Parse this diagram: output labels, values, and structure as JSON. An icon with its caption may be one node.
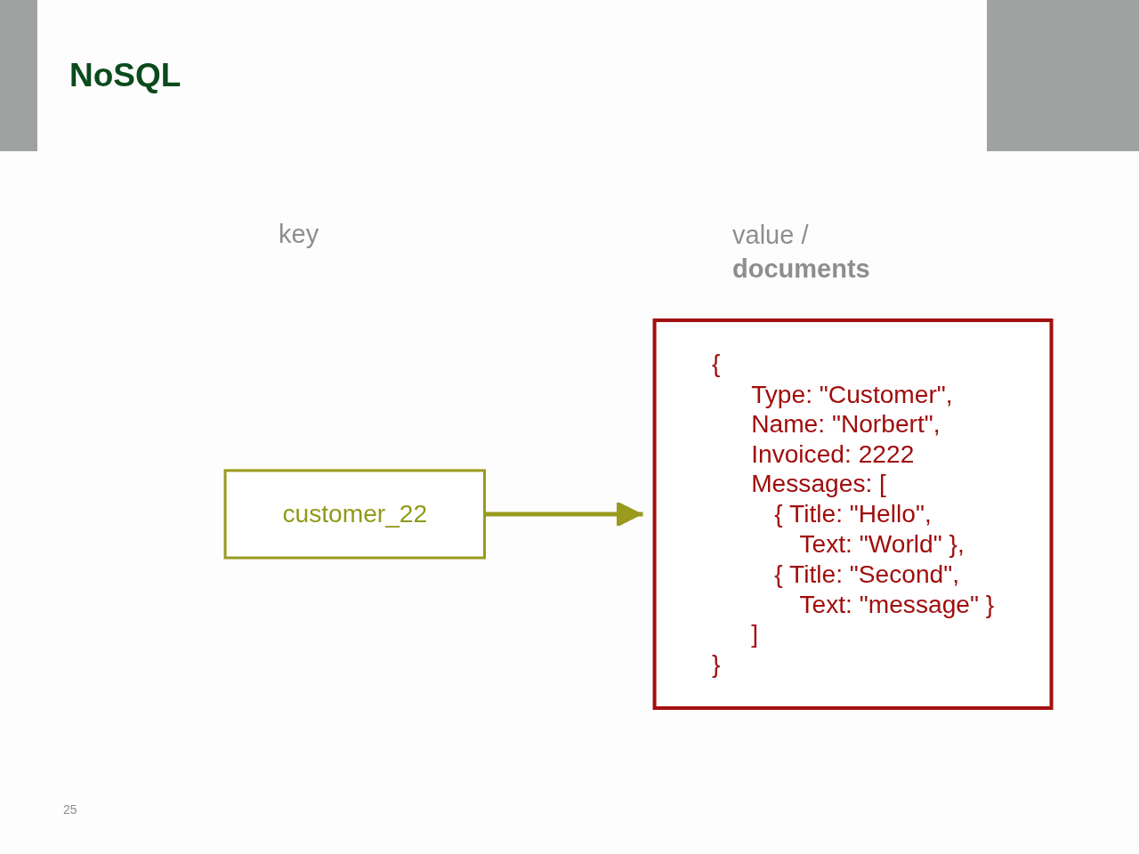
{
  "diagram": {
    "title": "NoSQL",
    "nodes": [
      {
        "text": [
          "customer_22"
        ]
      },
      {
        "text": [
          "{",
          "Type: \"Customer\",",
          "Name: \"Norbert\",",
          "Invoiced: 2222",
          "Messages: [",
          "{  Title: \"Hello\",",
          "Text: \"World\" },",
          "{  Title: \"Second\",",
          "Text: \"message\" }",
          "]",
          "}"
        ]
      }
    ],
    "edges": [
      {
        "from": 0,
        "to": 1,
        "arrow": "to",
        "color": "#999a1e"
      }
    ],
    "labels": [
      "key",
      "value /",
      "documents",
      "25"
    ]
  }
}
